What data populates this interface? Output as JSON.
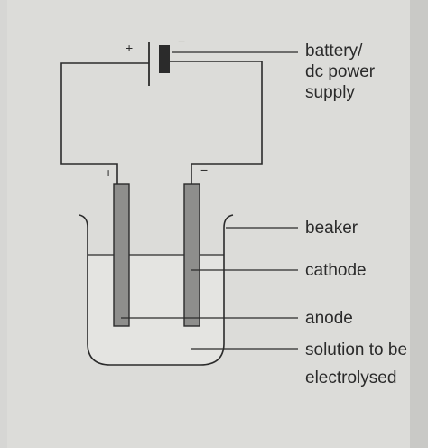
{
  "labels": {
    "battery_line1": "battery/",
    "battery_line2": "dc power",
    "battery_line3": "supply",
    "beaker": "beaker",
    "cathode": "cathode",
    "anode": "anode",
    "solution_line1": "solution to be",
    "solution_line2": "electrolysed"
  },
  "signs": {
    "battery_positive": "+",
    "battery_negative": "−",
    "electrode_positive": "+",
    "electrode_negative": "−"
  },
  "colors": {
    "page_background": "#d6d6d4",
    "paper": "#dcdcd9",
    "line": "#2b2b2b",
    "electrode": "#8e8e8c",
    "solution": "#e4e4e1",
    "battery_terminal": "#2b2b2b"
  }
}
